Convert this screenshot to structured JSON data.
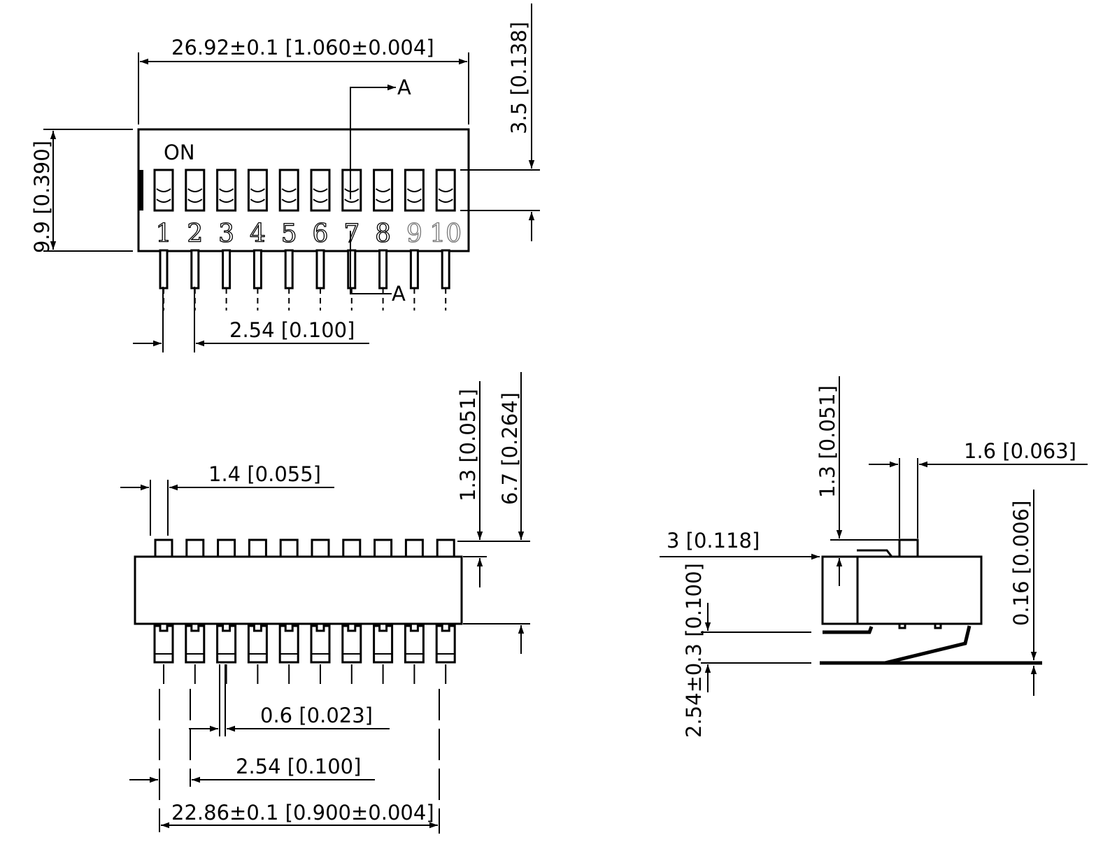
{
  "top_view": {
    "width_dim": "26.92±0.1 [1.060±0.004]",
    "height_dim": "9.9 [0.390]",
    "actuator_dim": "3.5 [0.138]",
    "pitch_dim": "2.54 [0.100]",
    "on_label": "ON",
    "section_label_top": "A",
    "section_label_bottom": "A",
    "position_numbers": [
      "1",
      "2",
      "3",
      "4",
      "5",
      "6",
      "7",
      "8",
      "9",
      "10"
    ]
  },
  "front_view": {
    "pin_width_dim": "1.4 [0.055]",
    "actuator_height_dim": "1.3 [0.051]",
    "total_height_dim": "6.7 [0.264]",
    "lead_width_dim": "0.6 [0.023]",
    "pitch_dim": "2.54 [0.100]",
    "span_dim": "22.86±0.1 [0.900±0.004]"
  },
  "side_view": {
    "actuator_height_dim": "1.3 [0.051]",
    "actuator_width_dim": "1.6 [0.063]",
    "body_dim": "3 [0.118]",
    "lead_offset_dim": "2.54±0.3 [0.100]",
    "lead_thickness_dim": "0.16 [0.006]"
  }
}
